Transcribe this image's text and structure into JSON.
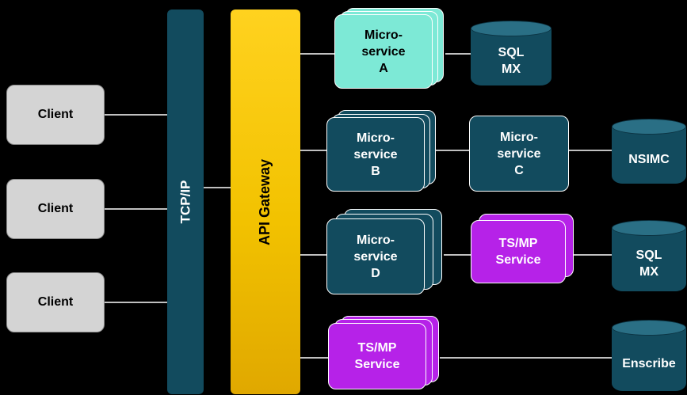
{
  "clients": [
    "Client",
    "Client",
    "Client"
  ],
  "tcpip_label": "TCP/IP",
  "gateway_label": "API Gateway",
  "microservice_a": "Micro-\nservice\nA",
  "microservice_b": "Micro-\nservice\nB",
  "microservice_c": "Micro-\nservice\nC",
  "microservice_d": "Micro-\nservice\nD",
  "tsmp_service_row3": "TS/MP\nService",
  "tsmp_service_row4": "TS/MP\nService",
  "db_sqlmx_top": "SQL\nMX",
  "db_nsimc": "NSIMC",
  "db_sqlmx_row3": "SQL\nMX",
  "db_enscribe": "Enscribe",
  "colors": {
    "client": "#d4d4d4",
    "tcpip": "#124b5e",
    "gateway": "#f2c200",
    "microservice": "#124b5e",
    "microservice_a": "#7de9d6",
    "tsmp": "#b622e8",
    "database": "#124b5e"
  }
}
